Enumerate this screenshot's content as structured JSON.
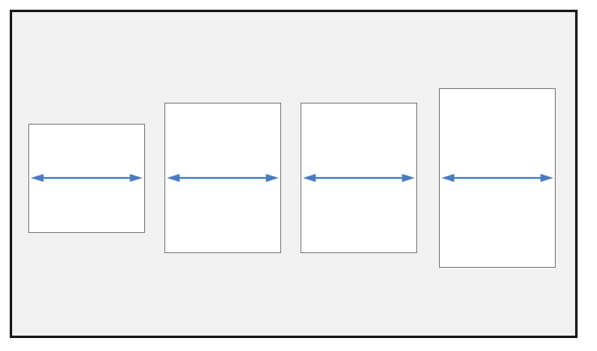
{
  "colors": {
    "canvas_background": "#f1f1f1",
    "frame_border": "#1a1a1a",
    "box_fill": "#ffffff",
    "box_border": "#7a7a7a",
    "arrow": "#4a7bbf"
  },
  "diagram": {
    "boxes": [
      {
        "id": "box-1",
        "arrow": "double-headed-horizontal-icon"
      },
      {
        "id": "box-2",
        "arrow": "double-headed-horizontal-icon"
      },
      {
        "id": "box-3",
        "arrow": "double-headed-horizontal-icon"
      },
      {
        "id": "box-4",
        "arrow": "double-headed-horizontal-icon"
      }
    ]
  }
}
